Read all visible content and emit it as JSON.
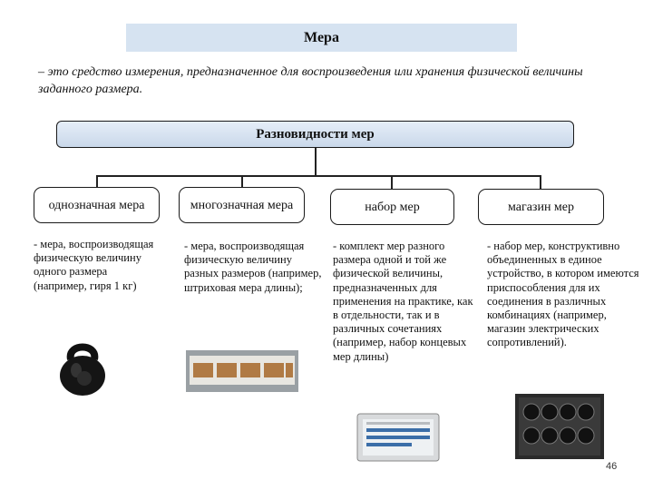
{
  "title": "Мера",
  "definition": "– это средство измерения, предназначенное для воспроизведения или хранения физической величины заданного размера.",
  "types_header": "Разновидности мер",
  "types": [
    {
      "label": "однозначная мера",
      "description": "- мера, воспроизводящая физическую величину одного размера (например, гиря 1 кг)"
    },
    {
      "label": "многозначная мера",
      "description": "- мера, воспроизводящая физическую величину разных размеров (например, штриховая мера длины);"
    },
    {
      "label": "набор мер",
      "description": "- комплект мер разного размера одной и той же физической величины, предназначенных для применения на практике, как в отдельности, так и в различных сочетаниях (например, набор концевых мер длины)"
    },
    {
      "label": "магазин мер",
      "description": "- набор мер, конструктивно объединенных в единое устройство, в котором имеются приспособления для их соединения в различных комбинациях (например, магазин электрических сопротивлений)."
    }
  ],
  "page_number": "46"
}
